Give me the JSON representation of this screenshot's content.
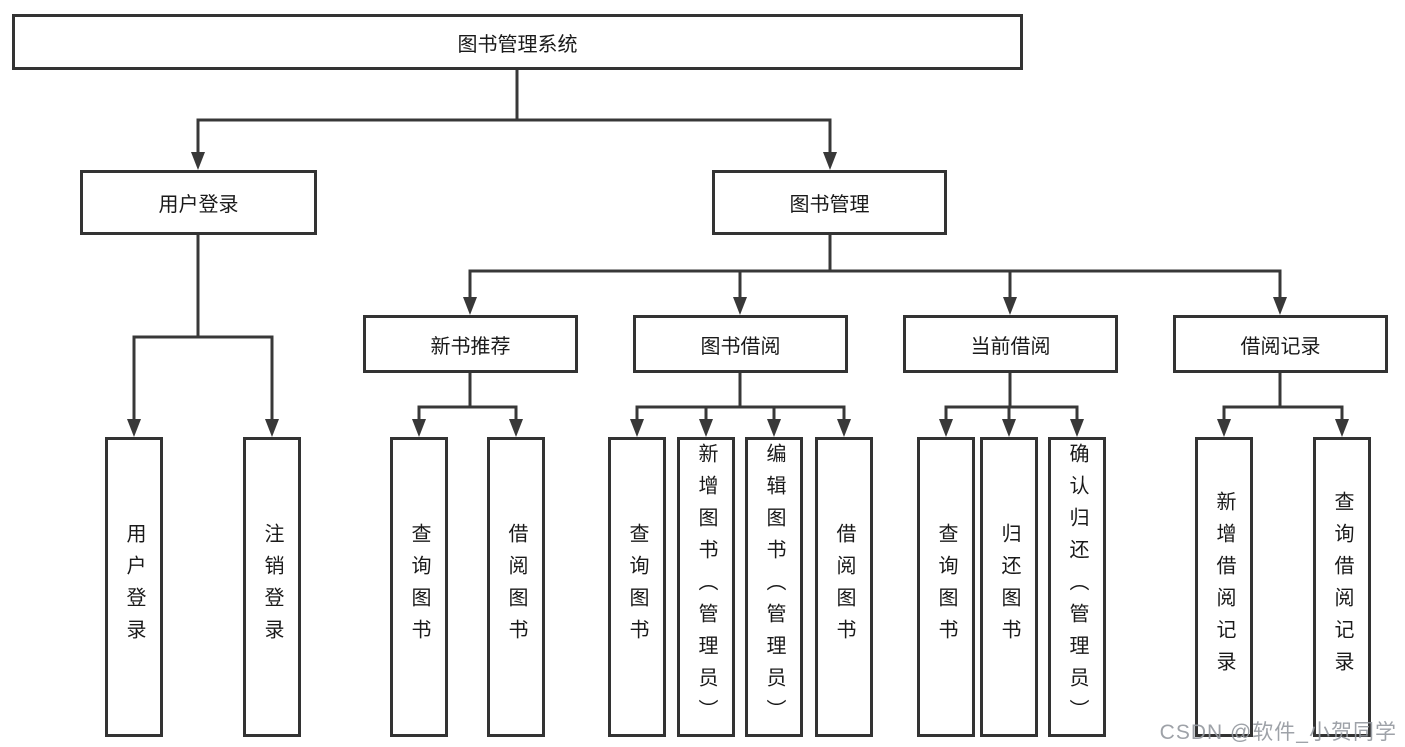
{
  "colors": {
    "line": "#383838",
    "box_border": "#333333",
    "text": "#1a1a1a",
    "watermark": "#94989e",
    "background": "#ffffff"
  },
  "tree": {
    "root": "图书管理系统",
    "level2": [
      "用户登录",
      "图书管理"
    ],
    "level3": [
      "新书推荐",
      "图书借阅",
      "当前借阅",
      "借阅记录"
    ],
    "leaves": {
      "user_login": [
        "用户登录",
        "注销登录"
      ],
      "new_book_recommend": [
        "查询图书",
        "借阅图书"
      ],
      "book_borrow": [
        "查询图书",
        "新增图书（管理员）",
        "编辑图书（管理员）",
        "借阅图书"
      ],
      "current_borrow": [
        "查询图书",
        "归还图书",
        "确认归还（管理员）"
      ],
      "borrow_records": [
        "新增借阅记录",
        "查询借阅记录"
      ]
    }
  },
  "watermark": "CSDN @软件_小贺同学"
}
